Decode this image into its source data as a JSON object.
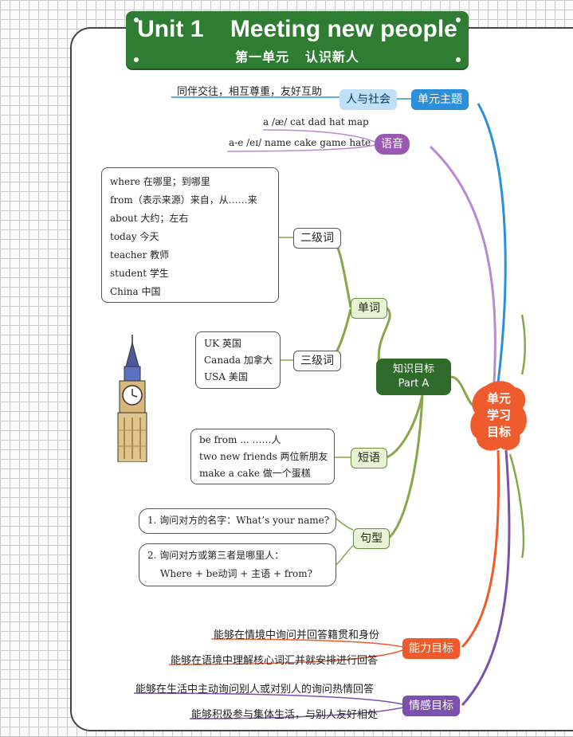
{
  "title": {
    "main": "Unit 1    Meeting new people",
    "sub": "第一单元   认识新人"
  },
  "center": {
    "line1": "知识目标",
    "line2": "Part A"
  },
  "root": {
    "lines": [
      "单元",
      "学习",
      "目标"
    ]
  },
  "theme": {
    "label": "单元主题",
    "sub_label": "人与社会",
    "desc": "同伴交往，相互尊重，友好互助"
  },
  "phonics": {
    "label": "语音",
    "items": [
      "a /æ/ cat dad hat map",
      "a-e /eɪ/ name cake game hate"
    ]
  },
  "words": {
    "label": "单词",
    "level2": {
      "label": "二级词",
      "items": [
        "where 在哪里；到哪里",
        "from（表示来源）来自，从……来",
        "about 大约；左右",
        "today 今天",
        "teacher 教师",
        "student 学生",
        "China 中国"
      ]
    },
    "level3": {
      "label": "三级词",
      "items": [
        "UK 英国",
        "Canada 加拿大",
        "USA 美国"
      ]
    }
  },
  "phrases": {
    "label": "短语",
    "items": [
      "be from ... ……人",
      "two new friends 两位新朋友",
      "make a cake 做一个蛋糕"
    ]
  },
  "sentences": {
    "label": "句型",
    "item1": "1. 询问对方的名字：What’s your name?",
    "item2_line1": "2. 询问对方或第三者是哪里人：",
    "item2_line2": "Where + be动词 + 主语 + from?"
  },
  "ability": {
    "label": "能力目标",
    "items": [
      "能够在情境中询问并回答籍贯和身份",
      "能够在语境中理解核心词汇并就安排进行回答"
    ]
  },
  "emotion": {
    "label": "情感目标",
    "items": [
      "能够在生活中主动询问别人或对别人的询问热情回答",
      "能够积极参与集体生活，与别人友好相处"
    ]
  },
  "colors": {
    "banner": "#2f7d32",
    "theme": "#2c8fd9",
    "phonics": "#9b59b6",
    "knowledge": "#2f6b2a",
    "ability": "#ef5b2c",
    "emotion": "#7b52ab",
    "branch": "#8aa64b"
  }
}
